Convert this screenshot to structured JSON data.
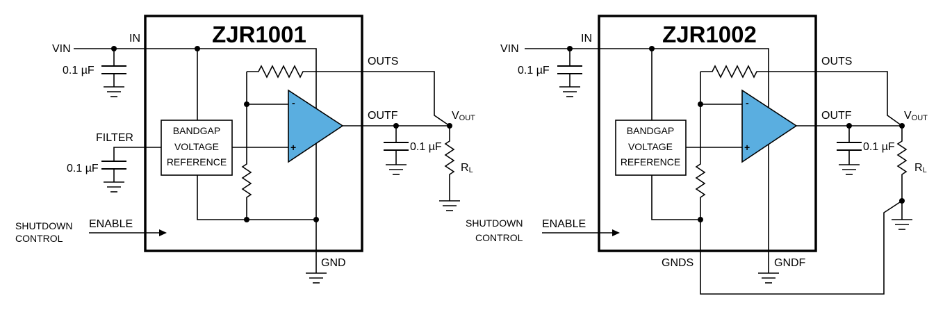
{
  "left": {
    "title": "ZJR1001",
    "vin": "VIN",
    "in_pin": "IN",
    "cap_in": "0.1 µF",
    "filter": "FILTER",
    "cap_filter": "0.1 µF",
    "bandgap": [
      "BANDGAP",
      "VOLTAGE",
      "REFERENCE"
    ],
    "outs": "OUTS",
    "outf": "OUTF",
    "vout_main": "V",
    "vout_sub": "OUT",
    "cap_out": "0.1 µF",
    "rl_main": "R",
    "rl_sub": "L",
    "shutdown": [
      "SHUTDOWN",
      "CONTROL"
    ],
    "enable": "ENABLE",
    "gnd": "GND",
    "minus": "-",
    "plus": "+"
  },
  "right": {
    "title": "ZJR1002",
    "vin": "VIN",
    "in_pin": "IN",
    "cap_in": "0.1 µF",
    "bandgap": [
      "BANDGAP",
      "VOLTAGE",
      "REFERENCE"
    ],
    "outs": "OUTS",
    "outf": "OUTF",
    "vout_main": "V",
    "vout_sub": "OUT",
    "cap_out": "0.1 µF",
    "rl_main": "R",
    "rl_sub": "L",
    "shutdown": [
      "SHUTDOWN",
      "CONTROL"
    ],
    "enable": "ENABLE",
    "gnds": "GNDS",
    "gndf": "GNDF",
    "minus": "-",
    "plus": "+"
  },
  "colors": {
    "opamp_fill": "#5aaee0",
    "wire": "#000000"
  }
}
